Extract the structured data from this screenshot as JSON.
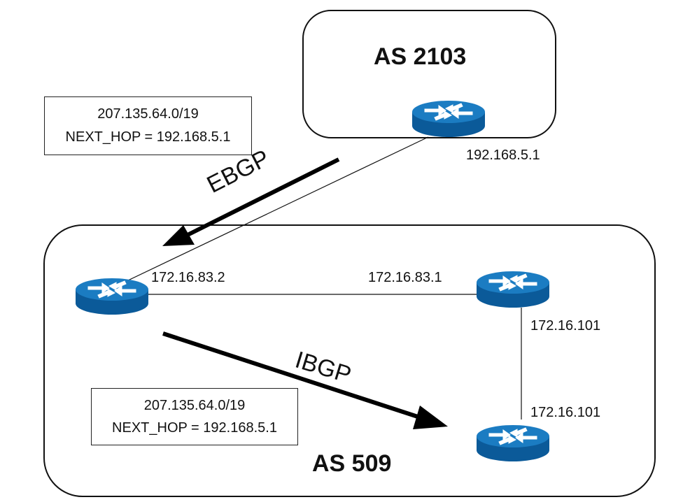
{
  "colors": {
    "router_top": "#1b7cc2",
    "router_side": "#0b5a99",
    "line": "#111111",
    "arrow": "#000000"
  },
  "as_upper": {
    "title": "AS 2103",
    "router_ip": "192.168.5.1"
  },
  "as_lower": {
    "title": "AS 509",
    "edge_router_ip": "172.16.83.2",
    "right_router_ip": "172.16.83.1",
    "right_router_link_ip": "172.16.101",
    "bottom_router_ip": "172.16.101"
  },
  "ebgp_update": {
    "prefix": "207.135.64.0/19",
    "next_hop": "NEXT_HOP = 192.168.5.1"
  },
  "ibgp_update": {
    "prefix": "207.135.64.0/19",
    "next_hop": "NEXT_HOP = 192.168.5.1"
  },
  "arrows": {
    "ebgp": "EBGP",
    "ibgp": "IBGP"
  },
  "icons": {
    "router": "router-icon"
  }
}
